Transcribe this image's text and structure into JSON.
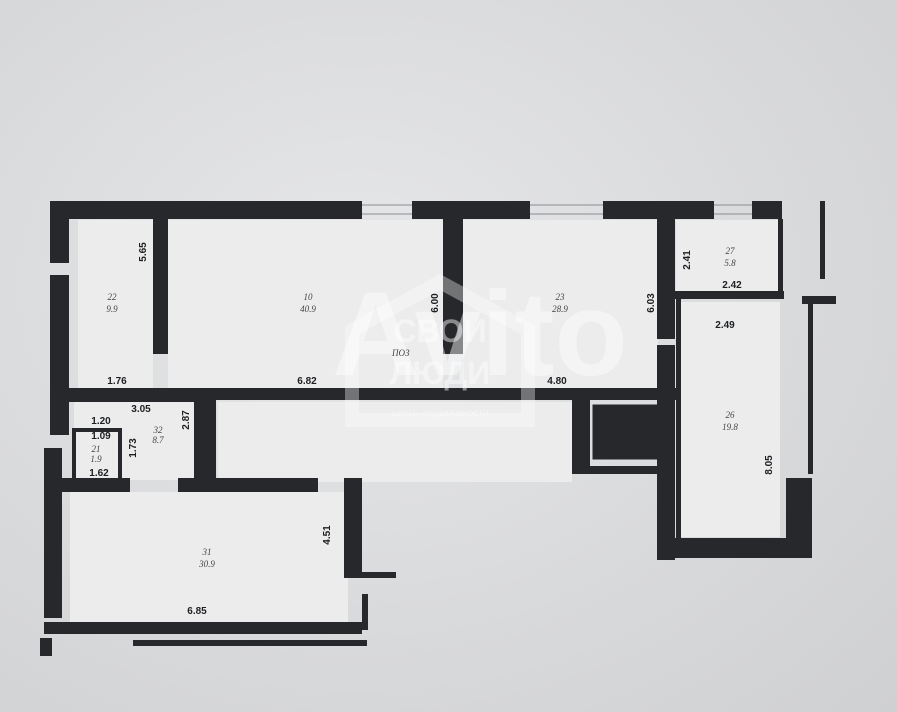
{
  "plan": {
    "label": "ПОЗ",
    "rooms": [
      {
        "number": "22",
        "area": "9.9",
        "dims": [
          "5.65",
          "1.76"
        ]
      },
      {
        "number": "10",
        "area": "40.9",
        "dims": [
          "6.00",
          "6.82"
        ]
      },
      {
        "number": "23",
        "area": "28.9",
        "dims": [
          "6.03",
          "4.80"
        ]
      },
      {
        "number": "27",
        "area": "5.8",
        "dims": [
          "2.41",
          "2.42"
        ]
      },
      {
        "number": "26",
        "area": "19.8",
        "dims": [
          "2.49",
          "8.05"
        ]
      },
      {
        "number": "32",
        "area": "8.7",
        "dims": [
          "3.05",
          "2.87"
        ]
      },
      {
        "number": "31",
        "area": "30.9",
        "dims": [
          "4.51",
          "6.85"
        ]
      },
      {
        "number": "21",
        "area": "1.9",
        "dims": [
          "1.20",
          "1.09",
          "1.62",
          "1.73"
        ]
      }
    ]
  },
  "watermark": {
    "line1": "СВОИ",
    "line2": "ЛЮДИ",
    "tagline": "центр недвижимости",
    "brand": "Avito"
  }
}
